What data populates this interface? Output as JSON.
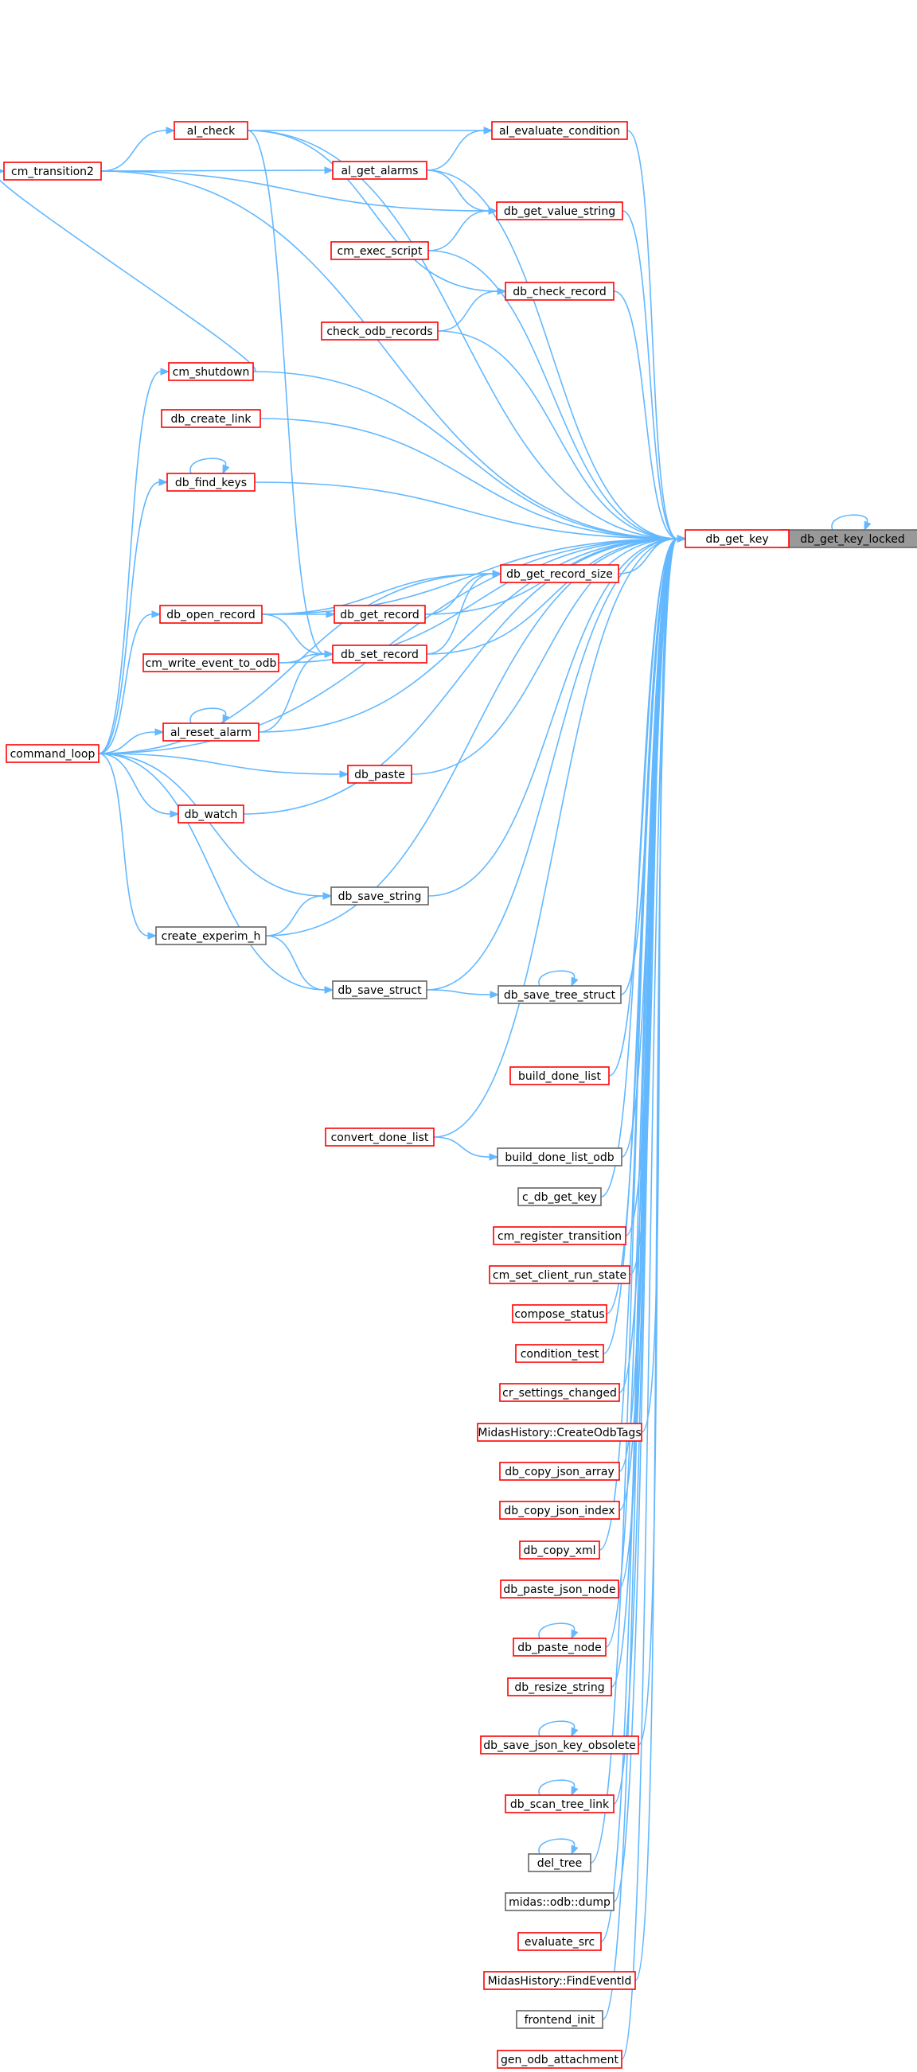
{
  "graph": {
    "title": "",
    "colors": {
      "edge": "#63b8ff",
      "node_fill": "#ffffff",
      "node_border_incomplete": "#ff0000",
      "node_border_complete": "#666666",
      "focus_fill": "#999999",
      "focus_border": "#666666",
      "text": "#000000"
    },
    "nodes": [
      {
        "id": "db_get_key_locked",
        "label": "db_get_key_locked",
        "style": "focus"
      },
      {
        "id": "db_get_key",
        "label": "db_get_key",
        "style": "incomplete"
      },
      {
        "id": "al_evaluate_condition",
        "label": "al_evaluate_condition",
        "style": "incomplete"
      },
      {
        "id": "al_check",
        "label": "al_check",
        "style": "incomplete"
      },
      {
        "id": "cm_transition2",
        "label": "cm_transition2",
        "style": "incomplete"
      },
      {
        "id": "al_get_alarms",
        "label": "al_get_alarms",
        "style": "incomplete"
      },
      {
        "id": "db_get_value_string",
        "label": "db_get_value_string",
        "style": "incomplete"
      },
      {
        "id": "cm_exec_script",
        "label": "cm_exec_script",
        "style": "incomplete"
      },
      {
        "id": "db_check_record",
        "label": "db_check_record",
        "style": "incomplete"
      },
      {
        "id": "check_odb_records",
        "label": "check_odb_records",
        "style": "incomplete"
      },
      {
        "id": "cm_shutdown",
        "label": "cm_shutdown",
        "style": "incomplete"
      },
      {
        "id": "db_create_link",
        "label": "db_create_link",
        "style": "incomplete"
      },
      {
        "id": "db_find_keys",
        "label": "db_find_keys",
        "style": "incomplete"
      },
      {
        "id": "db_get_record_size",
        "label": "db_get_record_size",
        "style": "incomplete"
      },
      {
        "id": "db_open_record",
        "label": "db_open_record",
        "style": "incomplete"
      },
      {
        "id": "db_get_record",
        "label": "db_get_record",
        "style": "incomplete"
      },
      {
        "id": "cm_write_event_to_odb",
        "label": "cm_write_event_to_odb",
        "style": "incomplete"
      },
      {
        "id": "db_set_record",
        "label": "db_set_record",
        "style": "incomplete"
      },
      {
        "id": "al_reset_alarm",
        "label": "al_reset_alarm",
        "style": "incomplete"
      },
      {
        "id": "command_loop",
        "label": "command_loop",
        "style": "incomplete"
      },
      {
        "id": "db_paste",
        "label": "db_paste",
        "style": "incomplete"
      },
      {
        "id": "db_watch",
        "label": "db_watch",
        "style": "incomplete"
      },
      {
        "id": "db_save_string",
        "label": "db_save_string",
        "style": "complete"
      },
      {
        "id": "create_experim_h",
        "label": "create_experim_h",
        "style": "complete"
      },
      {
        "id": "db_save_struct",
        "label": "db_save_struct",
        "style": "complete"
      },
      {
        "id": "db_save_tree_struct",
        "label": "db_save_tree_struct",
        "style": "complete"
      },
      {
        "id": "build_done_list",
        "label": "build_done_list",
        "style": "incomplete"
      },
      {
        "id": "convert_done_list",
        "label": "convert_done_list",
        "style": "incomplete"
      },
      {
        "id": "build_done_list_odb",
        "label": "build_done_list_odb",
        "style": "complete"
      },
      {
        "id": "c_db_get_key",
        "label": "c_db_get_key",
        "style": "complete"
      },
      {
        "id": "cm_register_transition",
        "label": "cm_register_transition",
        "style": "incomplete"
      },
      {
        "id": "cm_set_client_run_state",
        "label": "cm_set_client_run_state",
        "style": "incomplete"
      },
      {
        "id": "compose_status",
        "label": "compose_status",
        "style": "incomplete"
      },
      {
        "id": "condition_test",
        "label": "condition_test",
        "style": "incomplete"
      },
      {
        "id": "cr_settings_changed",
        "label": "cr_settings_changed",
        "style": "incomplete"
      },
      {
        "id": "MidasHistory_CreateOdbTags",
        "label": "MidasHistory::CreateOdbTags",
        "style": "incomplete"
      },
      {
        "id": "db_copy_json_array",
        "label": "db_copy_json_array",
        "style": "incomplete"
      },
      {
        "id": "db_copy_json_index",
        "label": "db_copy_json_index",
        "style": "incomplete"
      },
      {
        "id": "db_copy_xml",
        "label": "db_copy_xml",
        "style": "incomplete"
      },
      {
        "id": "db_paste_json_node",
        "label": "db_paste_json_node",
        "style": "incomplete"
      },
      {
        "id": "db_paste_node",
        "label": "db_paste_node",
        "style": "incomplete"
      },
      {
        "id": "db_resize_string",
        "label": "db_resize_string",
        "style": "incomplete"
      },
      {
        "id": "db_save_json_key_obsolete",
        "label": "db_save_json_key_obsolete",
        "style": "incomplete"
      },
      {
        "id": "db_scan_tree_link",
        "label": "db_scan_tree_link",
        "style": "incomplete"
      },
      {
        "id": "del_tree",
        "label": "del_tree",
        "style": "complete"
      },
      {
        "id": "midas_odb_dump",
        "label": "midas::odb::dump",
        "style": "complete"
      },
      {
        "id": "evaluate_src",
        "label": "evaluate_src",
        "style": "incomplete"
      },
      {
        "id": "MidasHistory_FindEventId",
        "label": "MidasHistory::FindEventId",
        "style": "incomplete"
      },
      {
        "id": "frontend_init",
        "label": "frontend_init",
        "style": "complete"
      },
      {
        "id": "gen_odb_attachment",
        "label": "gen_odb_attachment",
        "style": "incomplete"
      }
    ],
    "edges": [
      {
        "from": "db_get_key",
        "to": "db_get_key_locked"
      },
      {
        "from": "db_get_key_locked",
        "to": "db_get_key_locked"
      },
      {
        "from": "al_evaluate_condition",
        "to": "db_get_key"
      },
      {
        "from": "al_check",
        "to": "al_evaluate_condition"
      },
      {
        "from": "al_check",
        "to": "db_get_key"
      },
      {
        "from": "cm_transition2",
        "to": "al_check"
      },
      {
        "from": "cm_transition2",
        "to": "db_get_key"
      },
      {
        "from": "cm_transition2",
        "to": "al_get_alarms"
      },
      {
        "from": "cm_transition2",
        "to": "db_get_value_string"
      },
      {
        "from": "al_get_alarms",
        "to": "al_evaluate_condition"
      },
      {
        "from": "al_get_alarms",
        "to": "db_get_value_string"
      },
      {
        "from": "al_get_alarms",
        "to": "db_get_key"
      },
      {
        "from": "db_get_value_string",
        "to": "db_get_key"
      },
      {
        "from": "cm_exec_script",
        "to": "db_get_value_string"
      },
      {
        "from": "cm_exec_script",
        "to": "db_get_key"
      },
      {
        "from": "al_check",
        "to": "db_check_record"
      },
      {
        "from": "al_check",
        "to": "db_set_record"
      },
      {
        "from": "db_check_record",
        "to": "db_get_key"
      },
      {
        "from": "check_odb_records",
        "to": "db_check_record"
      },
      {
        "from": "check_odb_records",
        "to": "db_get_key"
      },
      {
        "from": "cm_shutdown",
        "to": "cm_transition2"
      },
      {
        "from": "cm_shutdown",
        "to": "db_get_key"
      },
      {
        "from": "command_loop",
        "to": "cm_shutdown"
      },
      {
        "from": "db_create_link",
        "to": "db_get_key"
      },
      {
        "from": "db_find_keys",
        "to": "db_get_key"
      },
      {
        "from": "db_find_keys",
        "to": "db_find_keys"
      },
      {
        "from": "command_loop",
        "to": "db_find_keys"
      },
      {
        "from": "command_loop",
        "to": "db_get_record_size"
      },
      {
        "from": "db_get_record_size",
        "to": "db_get_key"
      },
      {
        "from": "db_open_record",
        "to": "db_get_record_size"
      },
      {
        "from": "db_open_record",
        "to": "db_get_record"
      },
      {
        "from": "db_open_record",
        "to": "db_get_key"
      },
      {
        "from": "db_open_record",
        "to": "db_set_record"
      },
      {
        "from": "command_loop",
        "to": "db_open_record"
      },
      {
        "from": "db_get_record",
        "to": "db_get_record_size"
      },
      {
        "from": "db_get_record",
        "to": "db_get_key"
      },
      {
        "from": "db_set_record",
        "to": "db_get_record_size"
      },
      {
        "from": "db_set_record",
        "to": "db_get_key"
      },
      {
        "from": "cm_write_event_to_odb",
        "to": "db_set_record"
      },
      {
        "from": "cm_write_event_to_odb",
        "to": "db_get_key"
      },
      {
        "from": "al_reset_alarm",
        "to": "db_set_record"
      },
      {
        "from": "al_reset_alarm",
        "to": "db_get_key"
      },
      {
        "from": "al_reset_alarm",
        "to": "al_reset_alarm"
      },
      {
        "from": "command_loop",
        "to": "al_reset_alarm"
      },
      {
        "from": "command_loop",
        "to": "db_paste"
      },
      {
        "from": "db_paste",
        "to": "db_get_key"
      },
      {
        "from": "command_loop",
        "to": "db_watch"
      },
      {
        "from": "db_watch",
        "to": "db_get_key"
      },
      {
        "from": "command_loop",
        "to": "db_save_string"
      },
      {
        "from": "db_save_string",
        "to": "db_get_key"
      },
      {
        "from": "command_loop",
        "to": "create_experim_h"
      },
      {
        "from": "create_experim_h",
        "to": "db_save_string"
      },
      {
        "from": "create_experim_h",
        "to": "db_save_struct"
      },
      {
        "from": "create_experim_h",
        "to": "db_get_key"
      },
      {
        "from": "command_loop",
        "to": "db_save_struct"
      },
      {
        "from": "command_loop",
        "to": "db_get_key"
      },
      {
        "from": "db_save_struct",
        "to": "db_save_tree_struct"
      },
      {
        "from": "db_save_struct",
        "to": "db_get_key"
      },
      {
        "from": "db_save_tree_struct",
        "to": "db_get_key"
      },
      {
        "from": "db_save_tree_struct",
        "to": "db_save_tree_struct"
      },
      {
        "from": "build_done_list",
        "to": "db_get_key"
      },
      {
        "from": "convert_done_list",
        "to": "db_get_key"
      },
      {
        "from": "convert_done_list",
        "to": "build_done_list_odb"
      },
      {
        "from": "build_done_list_odb",
        "to": "db_get_key"
      },
      {
        "from": "c_db_get_key",
        "to": "db_get_key"
      },
      {
        "from": "cm_register_transition",
        "to": "db_get_key"
      },
      {
        "from": "cm_set_client_run_state",
        "to": "db_get_key"
      },
      {
        "from": "compose_status",
        "to": "db_get_key"
      },
      {
        "from": "condition_test",
        "to": "db_get_key"
      },
      {
        "from": "cr_settings_changed",
        "to": "db_get_key"
      },
      {
        "from": "MidasHistory_CreateOdbTags",
        "to": "db_get_key"
      },
      {
        "from": "db_copy_json_array",
        "to": "db_get_key"
      },
      {
        "from": "db_copy_json_index",
        "to": "db_get_key"
      },
      {
        "from": "db_copy_xml",
        "to": "db_get_key"
      },
      {
        "from": "db_paste_json_node",
        "to": "db_get_key"
      },
      {
        "from": "db_paste_node",
        "to": "db_get_key"
      },
      {
        "from": "db_paste_node",
        "to": "db_paste_node"
      },
      {
        "from": "db_resize_string",
        "to": "db_get_key"
      },
      {
        "from": "db_save_json_key_obsolete",
        "to": "db_get_key"
      },
      {
        "from": "db_save_json_key_obsolete",
        "to": "db_save_json_key_obsolete"
      },
      {
        "from": "db_scan_tree_link",
        "to": "db_get_key"
      },
      {
        "from": "db_scan_tree_link",
        "to": "db_scan_tree_link"
      },
      {
        "from": "del_tree",
        "to": "db_get_key"
      },
      {
        "from": "del_tree",
        "to": "del_tree"
      },
      {
        "from": "midas_odb_dump",
        "to": "db_get_key"
      },
      {
        "from": "evaluate_src",
        "to": "db_get_key"
      },
      {
        "from": "MidasHistory_FindEventId",
        "to": "db_get_key"
      },
      {
        "from": "frontend_init",
        "to": "db_get_key"
      },
      {
        "from": "gen_odb_attachment",
        "to": "db_get_key"
      }
    ]
  }
}
